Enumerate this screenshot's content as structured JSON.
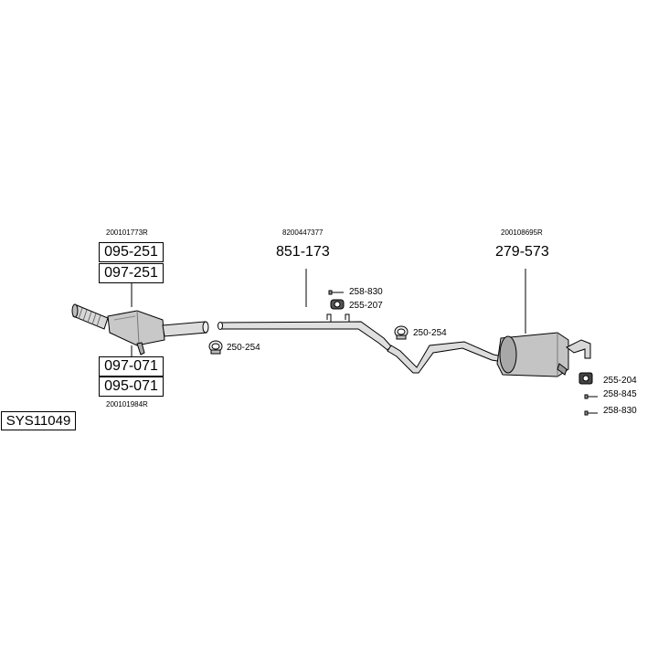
{
  "system_code": "SYS11049",
  "groups": [
    {
      "name": "catalyst",
      "oe_top": "200101773R",
      "parts_top": [
        "095-251",
        "097-251"
      ],
      "parts_bottom": [
        "097-071",
        "095-071"
      ],
      "oe_bottom": "200101984R"
    },
    {
      "name": "middle-pipe",
      "oe": "8200447377",
      "part": "851-173"
    },
    {
      "name": "rear-silencer",
      "oe": "200108695R",
      "part": "279-573"
    }
  ],
  "accessories": {
    "clamp_left": "250-254",
    "bolt_mid": "258-830",
    "rubber_mid": "255-207",
    "clamp_mid": "250-254",
    "rubber_rear": "255-204",
    "bolt_rear_1": "258-845",
    "bolt_rear_2": "258-830"
  },
  "colors": {
    "line": "#000000",
    "part_fill": "#e6e6e6",
    "shade": "#9a9a9a"
  }
}
